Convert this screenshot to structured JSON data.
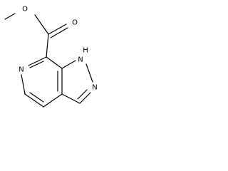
{
  "structure": {
    "atom_labels": {
      "ester_ether_o": "O",
      "carbonyl_o": "O",
      "pyridine_n": "N",
      "pyrazole_nh": "N",
      "pyrazole_nh_h": "H",
      "pyrazole_n": "N"
    }
  }
}
